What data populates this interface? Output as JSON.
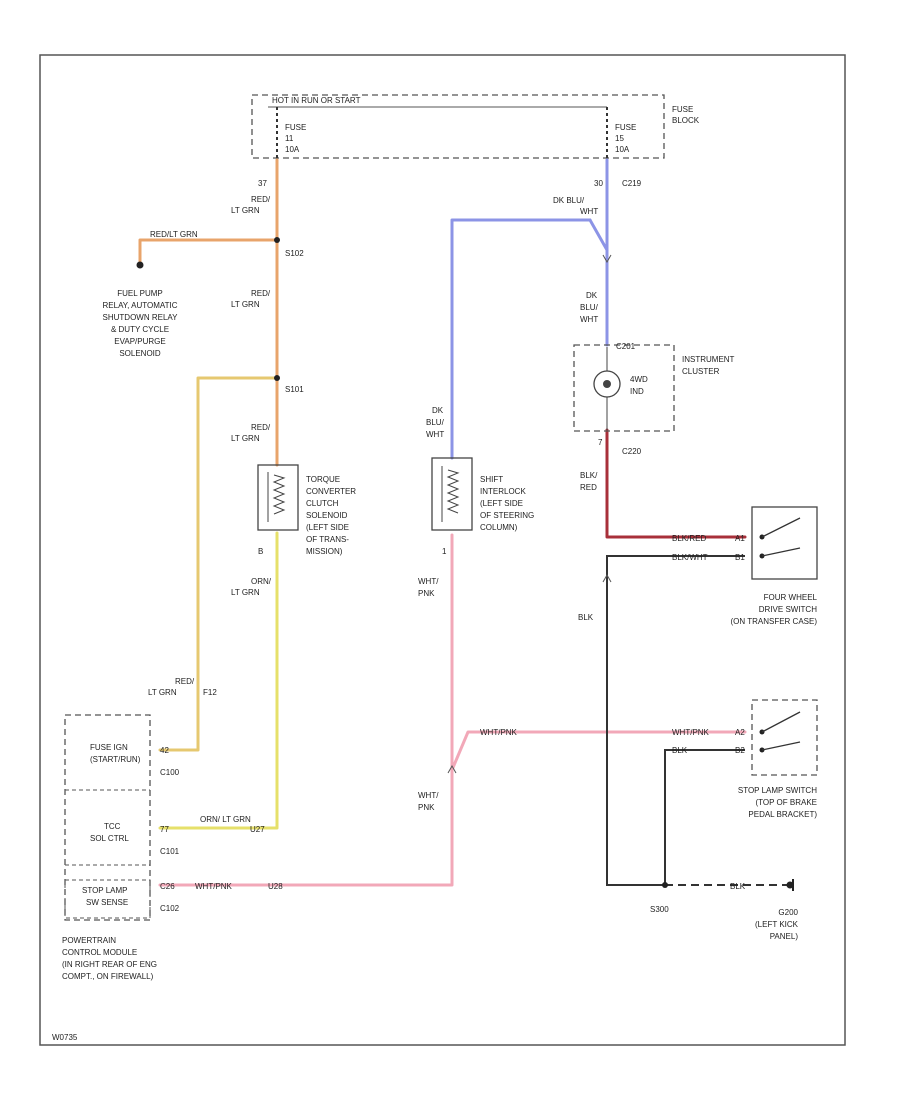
{
  "colors": {
    "red_lt_grn": "#e8a46b",
    "orn_lt_grn": "#e6e06a",
    "dk_blu_wht": "#8c94e6",
    "wht_pnk": "#f2a8b8",
    "blk_red": "#a8303a",
    "blk": "#3a3a3a"
  },
  "fuse_block": {
    "header": "HOT IN RUN OR START",
    "fuse_a": {
      "name": "FUSE",
      "number": "11",
      "rating": "10A"
    },
    "fuse_b": {
      "name": "FUSE",
      "number": "15",
      "rating": "10A"
    },
    "label_line1": "FUSE",
    "label_line2": "BLOCK"
  },
  "wires": {
    "w37": "37",
    "red_ltgrn_1": [
      "RED/",
      "LT GRN"
    ],
    "red_ltgrn_top": "RED/LT GRN",
    "splice_s102": "S102",
    "red_ltgrn_2": [
      "RED/",
      "LT GRN"
    ],
    "splice_s101": "S101",
    "red_ltgrn_3": [
      "RED/",
      "LT GRN"
    ],
    "pin_b": "B",
    "orn_ltgrn": [
      "ORN/",
      "LT GRN"
    ],
    "red_ltgrn_4": [
      "RED/",
      "LT GRN"
    ],
    "conn_f12": "F12",
    "w30": "30",
    "conn_c219": "C219",
    "dkblu_wht_top": [
      "DK BLU/",
      "WHT"
    ],
    "dkblu_wht_cluster": [
      "DK",
      "BLU/",
      "WHT"
    ],
    "dkblu_wht_left": [
      "DK",
      "BLU/",
      "WHT"
    ],
    "pin_1": "1",
    "wht_pnk_1": [
      "WHT/",
      "PNK"
    ],
    "wht_pnk_2": [
      "WHT/",
      "PNK"
    ],
    "conn_c201": "C201",
    "conn_c220": "C220",
    "pin_7": "7",
    "blk_red_vert": [
      "BLK/",
      "RED"
    ],
    "blk_red_sw": "BLK/RED",
    "blk_wht_sw": "BLK/WHT",
    "pin_a1": "A1",
    "pin_b1": "B1",
    "blk": "BLK",
    "wht_pnk_top": "WHT/PNK",
    "wht_pnk_sw": "WHT/PNK",
    "blk_sw": "BLK",
    "pin_a2": "A2",
    "pin_b2": "B2",
    "blk_ground": "BLK",
    "splice_s300": "S300",
    "pin_42": "42",
    "pin_77": "77",
    "pin_u27": "U27",
    "orn_ltgrn_bottom": "ORN/ LT GRN",
    "pin_c26": "C26",
    "wht_pnk_bottom": "WHT/PNK",
    "pin_u28": "U28"
  },
  "components": {
    "fuel_pump": [
      "FUEL PUMP",
      "RELAY, AUTOMATIC",
      "SHUTDOWN RELAY",
      "& DUTY CYCLE",
      "EVAP/PURGE",
      "SOLENOID"
    ],
    "tcc": [
      "TORQUE",
      "CONVERTER",
      "CLUTCH",
      "SOLENOID",
      "(LEFT SIDE",
      "OF TRANS-",
      "MISSION)"
    ],
    "interlock": [
      "SHIFT",
      "INTERLOCK",
      "(LEFT SIDE",
      "OF STEERING",
      "COLUMN)"
    ],
    "cluster": [
      "INSTRUMENT",
      "CLUSTER"
    ],
    "lamp": [
      "4WD",
      "IND"
    ],
    "fourwd_switch": [
      "FOUR WHEEL",
      "DRIVE SWITCH",
      "(ON TRANSFER CASE)"
    ],
    "stop_switch": [
      "STOP LAMP SWITCH",
      "(TOP OF BRAKE",
      "PEDAL BRACKET)"
    ],
    "ground": [
      "G200",
      "(LEFT KICK",
      "PANEL)"
    ],
    "ground_splice": "S300",
    "pcm_rows": [
      {
        "label": [
          "FUSE IGN",
          "(START/RUN)"
        ],
        "conn": "C100"
      },
      {
        "label": [
          "TCC",
          "SOL CTRL"
        ],
        "conn": "C101"
      },
      {
        "label": [
          "STOP LAMP",
          "SW SENSE"
        ],
        "conn": "C102"
      }
    ],
    "pcm": [
      "POWERTRAIN",
      "CONTROL MODULE",
      "(IN RIGHT REAR OF ENG",
      "COMPT., ON FIREWALL)"
    ]
  },
  "footer_code": "W0735"
}
